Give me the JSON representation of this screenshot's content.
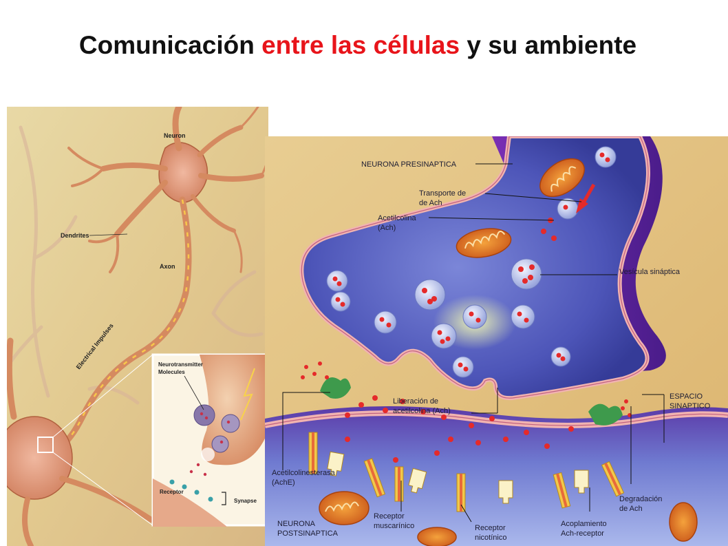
{
  "title": {
    "part1": "Comunicación ",
    "part2": "entre las células",
    "part3": " y su ambiente"
  },
  "colors": {
    "accent": "#e8141a",
    "title_text": "#111111",
    "neuron": "#d9895e",
    "presynaptic_fill": "#4d4fb3",
    "cleft": "#e8c98a",
    "vesicle": "#c7d0f0",
    "ach": "#e52a2a",
    "mitochondria": "#e07a22"
  },
  "left_labels": {
    "neuron": "Neuron",
    "dendrites": "Dendrites",
    "axon": "Axon",
    "electrical_impulses": "Electrical Impulses",
    "neurotransmitter_1": "Neurotransmitter",
    "neurotransmitter_2": "Molecules",
    "receptor": "Receptor",
    "synapse": "Synapse"
  },
  "right_labels": {
    "presynaptic": "NEURONA PRESINAPTICA",
    "transport_1": "Transporte de",
    "transport_2": "de Ach",
    "ach_1": "Acetilcolina",
    "ach_2": "(Ach)",
    "vesicle": "Vesícula sináptica",
    "release_1": "Liberación de",
    "release_2": "acetilcolina (Ach)",
    "space_1": "ESPACIO",
    "space_2": "SINAPTICO",
    "ache_1": "Acetilcolinesterasa",
    "ache_2": "(AchE)",
    "muscarinic_1": "Receptor",
    "muscarinic_2": "muscarínico",
    "nicotinic_1": "Receptor",
    "nicotinic_2": "nicotínico",
    "degradation_1": "Degradación",
    "degradation_2": "de Ach",
    "coupling_1": "Acoplamiento",
    "coupling_2": "Ach-receptor",
    "postsynaptic_1": "NEURONA",
    "postsynaptic_2": "POSTSINAPTICA"
  }
}
